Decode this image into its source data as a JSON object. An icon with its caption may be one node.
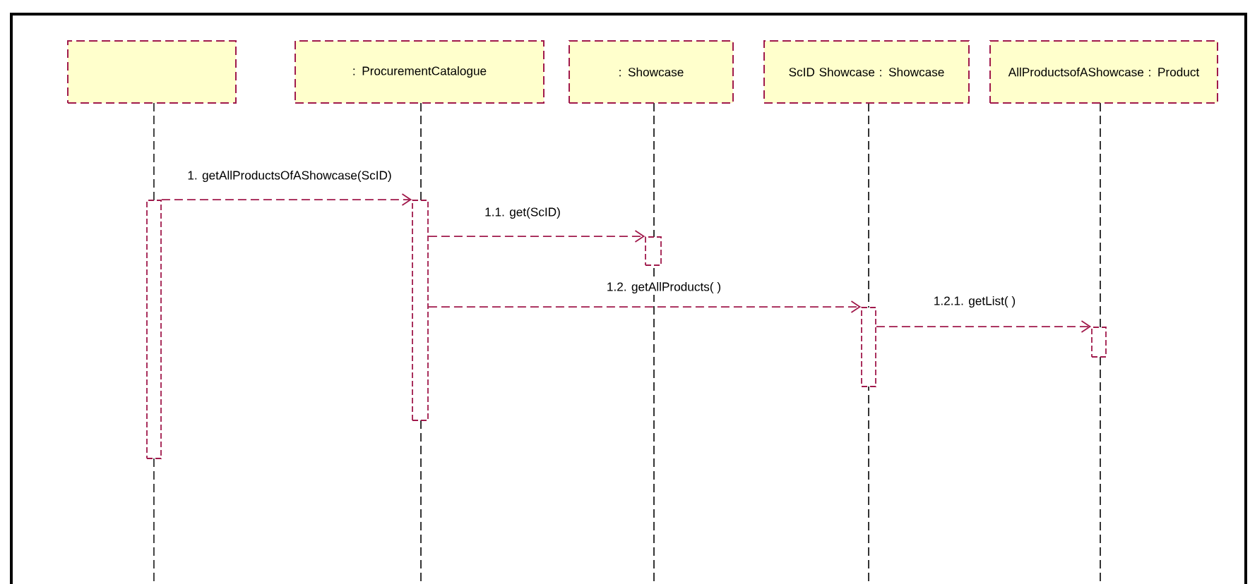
{
  "diagram": {
    "nodes": [
      {
        "text": [],
        "shape": "box"
      },
      {
        "text": [
          ": ProcurementCatalogue"
        ]
      },
      {
        "text": [
          ": Showcase"
        ]
      },
      {
        "text": [
          "ScID Showcase : Showcase"
        ]
      },
      {
        "text": [
          "AllProductsofAShowcase : Product"
        ]
      },
      {
        "text": [],
        "shape": "bar"
      },
      {
        "text": [],
        "shape": "bar"
      },
      {
        "text": [],
        "shape": "bar"
      },
      {
        "text": [],
        "shape": "bar"
      },
      {
        "text": [],
        "shape": "bar"
      }
    ],
    "edges": [
      {
        "from": 5,
        "to": 6,
        "arrow": "to",
        "style": "dashed",
        "label": "1. getAllProductsOfAShowcase(ScID)"
      },
      {
        "from": 6,
        "to": 7,
        "arrow": "to",
        "style": "dashed",
        "label": "1.1. get(ScID)"
      },
      {
        "from": 6,
        "to": 8,
        "arrow": "to",
        "style": "dashed",
        "label": "1.2. getAllProducts( )"
      },
      {
        "from": 8,
        "to": 9,
        "arrow": "to",
        "style": "dashed",
        "label": "1.2.1. getList( )"
      }
    ]
  }
}
